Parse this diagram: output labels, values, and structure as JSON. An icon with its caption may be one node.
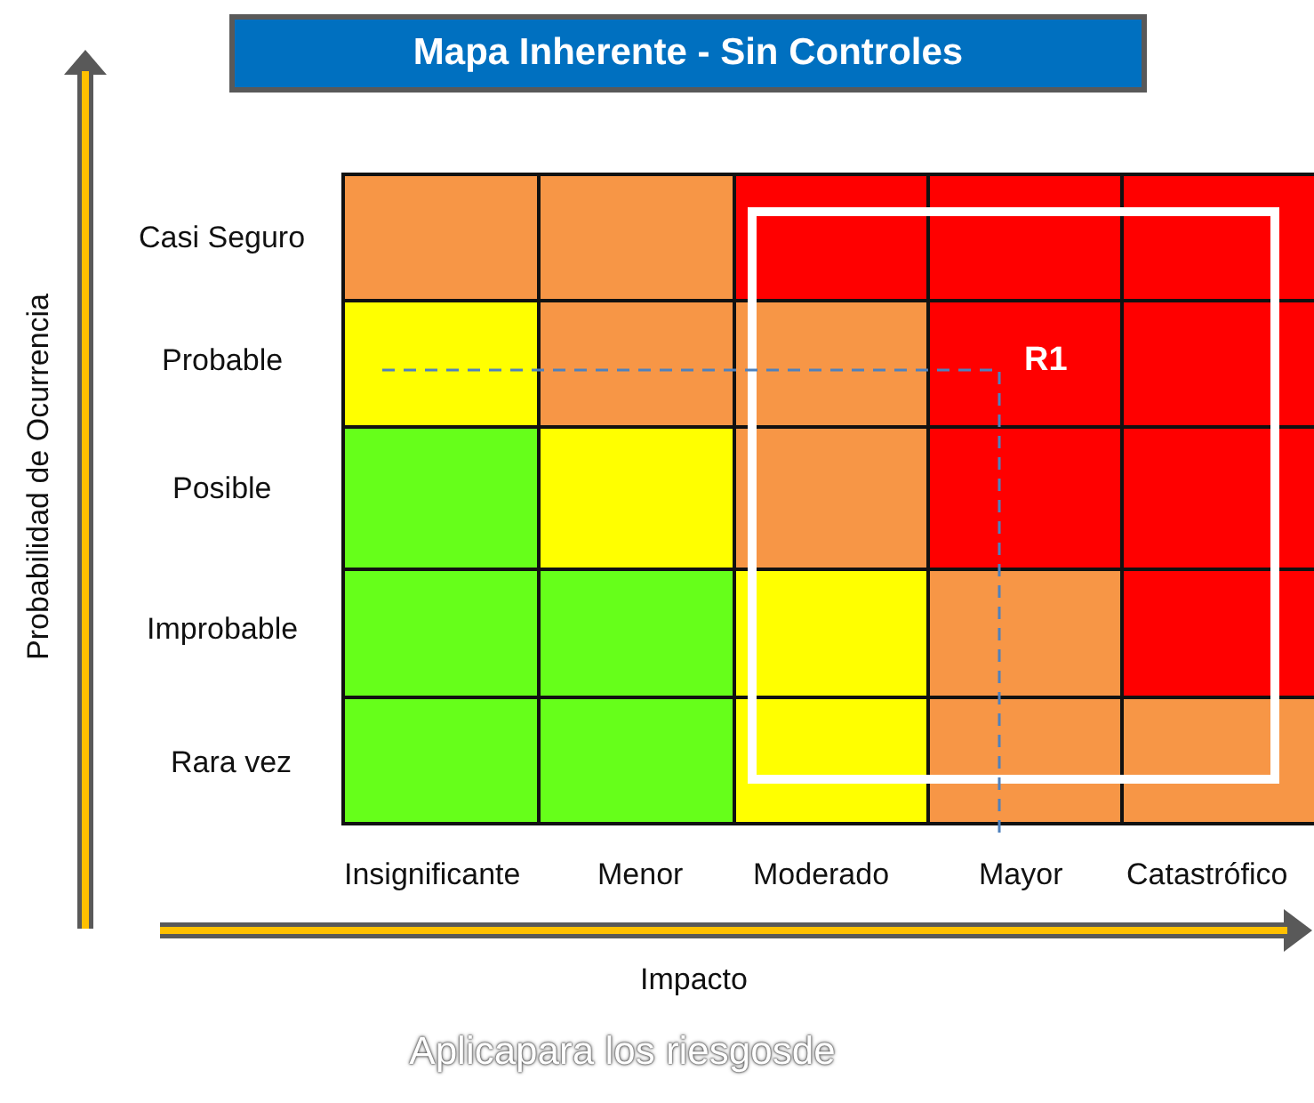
{
  "diagram": {
    "title": "Mapa Inherente - Sin Controles",
    "labels": [
      "Probabilidad de Ocurrencia",
      "Casi Seguro",
      "Probable",
      "Posible",
      "Improbable",
      "Rara vez",
      "R1",
      "Insignificante",
      "Menor",
      "Moderado",
      "Mayor",
      "Catastrófico",
      "Aplicapara los riesgosde",
      "Impacto"
    ]
  }
}
